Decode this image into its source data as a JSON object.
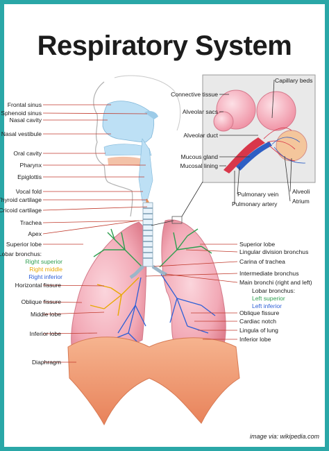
{
  "title": "Respiratory System",
  "credit": "image via: wikipedia.com",
  "colors": {
    "border": "#2aa7a7",
    "right_superior": "#2e9e4f",
    "right_middle": "#e8a800",
    "right_inferior": "#2c5fd6"
  },
  "labels_left": [
    "Frontal sinus",
    "Sphenoid sinus",
    "Nasal cavity",
    "Nasal vestibule",
    "Oral cavity",
    "Pharynx",
    "Epiglottis",
    "Vocal fold",
    "Thyroid cartilage",
    "Cricoid cartilage",
    "Trachea",
    "Apex",
    "Superior lobe",
    "Lobar bronchus:",
    "Right superior",
    "Right middle",
    "Right inferior",
    "Horizontal fissure",
    "Oblique fissure",
    "Middle lobe",
    "Inferior lobe",
    "Diaphragm"
  ],
  "labels_right": [
    "Superior lobe",
    "Lingular division bronchus",
    "Carina of trachea",
    "Intermediate bronchus",
    "Main bronchi (right and left)",
    "Lobar bronchus:",
    "Left superior",
    "Left inferior",
    "Oblique fissure",
    "Cardiac notch",
    "Lingula of lung",
    "Inferior lobe"
  ],
  "labels_inset": [
    "Capillary beds",
    "Connective tissue",
    "Alveolar sacs",
    "Alveolar duct",
    "Mucous gland",
    "Mucosal lining",
    "Pulmonary vein",
    "Alveoli",
    "Atrium",
    "Pulmonary artery"
  ]
}
